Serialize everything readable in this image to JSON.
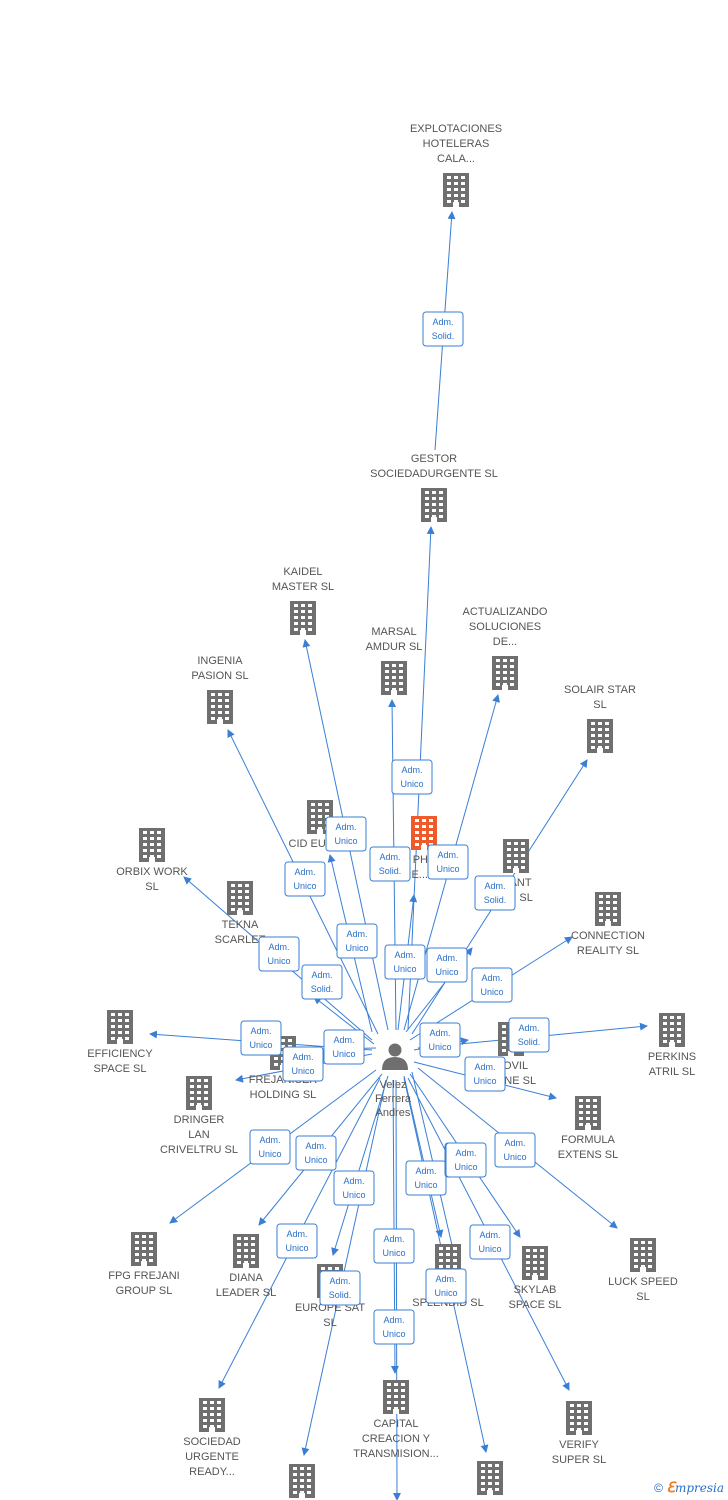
{
  "colors": {
    "edge": "#3a7fd5",
    "company": "#6f6f6f",
    "highlight": "#ef5a2a",
    "person": "#6f6f6f",
    "label": "#555555"
  },
  "person": {
    "name": [
      "Velez",
      "Ferrera",
      "Andres"
    ],
    "icon": "person-icon"
  },
  "companies": [
    {
      "id": "explot",
      "lines": [
        "EXPLOTACIONES",
        "HOTELERAS",
        "CALA..."
      ]
    },
    {
      "id": "gestor",
      "lines": [
        "GESTOR",
        "SOCIEDADURGENTE SL"
      ]
    },
    {
      "id": "kaidel",
      "lines": [
        "KAIDEL",
        "MASTER SL"
      ]
    },
    {
      "id": "marsal",
      "lines": [
        "MARSAL",
        "AMDUR SL"
      ]
    },
    {
      "id": "actual",
      "lines": [
        "ACTUALIZANDO",
        "SOLUCIONES",
        "DE..."
      ]
    },
    {
      "id": "ingenia",
      "lines": [
        "INGENIA",
        "PASION SL"
      ]
    },
    {
      "id": "solair",
      "lines": [
        "SOLAIR STAR",
        "SL"
      ]
    },
    {
      "id": "cid",
      "lines": [
        "CID EURO..."
      ]
    },
    {
      "id": "phv",
      "lines": [
        "PHV",
        "RE... SL"
      ],
      "highlight": true
    },
    {
      "id": "ant",
      "lines": [
        "...ANT",
        "...N SL"
      ]
    },
    {
      "id": "orbix",
      "lines": [
        "ORBIX WORK",
        "SL"
      ]
    },
    {
      "id": "tekna",
      "lines": [
        "TEKNA",
        "SCARLET"
      ]
    },
    {
      "id": "connection",
      "lines": [
        "CONNECTION",
        "REALITY SL"
      ]
    },
    {
      "id": "efficiency",
      "lines": [
        "EFFICIENCY",
        "SPACE SL"
      ]
    },
    {
      "id": "frejaniser",
      "lines": [
        "FREJANISER",
        "HOLDING SL"
      ]
    },
    {
      "id": "ovil",
      "lines": [
        "...OVIL",
        "...LINE SL"
      ]
    },
    {
      "id": "perkins",
      "lines": [
        "PERKINS",
        "ATRIL SL"
      ]
    },
    {
      "id": "dringer",
      "lines": [
        "DRINGER",
        "LAN",
        "CRIVELTRU SL"
      ]
    },
    {
      "id": "formula",
      "lines": [
        "FORMULA",
        "EXTENS SL"
      ]
    },
    {
      "id": "fpg",
      "lines": [
        "FPG FREJANI",
        "GROUP SL"
      ]
    },
    {
      "id": "diana",
      "lines": [
        "DIANA",
        "LEADER SL"
      ]
    },
    {
      "id": "europe",
      "lines": [
        "EUROPE SAT",
        "SL"
      ]
    },
    {
      "id": "implant",
      "lines": [
        "IM...NT",
        "SPLENDID SL"
      ]
    },
    {
      "id": "skylab",
      "lines": [
        "SKYLAB",
        "SPACE SL"
      ]
    },
    {
      "id": "luck",
      "lines": [
        "LUCK SPEED",
        "SL"
      ]
    },
    {
      "id": "sociedad",
      "lines": [
        "SOCIEDAD",
        "URGENTE",
        "READY..."
      ]
    },
    {
      "id": "capital",
      "lines": [
        "CAPITAL",
        "CREACION Y",
        "TRANSMISION..."
      ]
    },
    {
      "id": "verify",
      "lines": [
        "VERIFY",
        "SUPER SL"
      ]
    },
    {
      "id": "bottom1",
      "lines": []
    },
    {
      "id": "bottom2",
      "lines": []
    }
  ],
  "relations": [
    {
      "from": "gestor",
      "to": "explot",
      "lines": [
        "Adm.",
        "Solid."
      ]
    },
    {
      "to": "gestor",
      "lines": [
        "Adm.",
        "Unico"
      ]
    },
    {
      "to": "kaidel",
      "lines": [
        "Adm.",
        "Unico"
      ]
    },
    {
      "to": "marsal",
      "lines": [
        "Adm.",
        "Solid."
      ]
    },
    {
      "to": "actual",
      "lines": [
        "Adm.",
        "Unico"
      ]
    },
    {
      "to": "ingenia",
      "lines": [
        "Adm.",
        "Unico"
      ]
    },
    {
      "to": "solair",
      "lines": [
        "Adm.",
        "Solid."
      ]
    },
    {
      "to": "cid",
      "lines": [
        "Adm.",
        "Unico"
      ]
    },
    {
      "to": "phv",
      "lines": [
        "Adm.",
        "Unico"
      ]
    },
    {
      "to": "ant",
      "lines": [
        "Adm.",
        "Unico"
      ]
    },
    {
      "to": "orbix",
      "lines": [
        "Adm.",
        "Unico"
      ]
    },
    {
      "to": "tekna",
      "lines": [
        "Adm.",
        "Solid."
      ]
    },
    {
      "to": "connection",
      "lines": [
        "Adm.",
        "Unico"
      ]
    },
    {
      "to": "efficiency",
      "lines": [
        "Adm.",
        "Unico"
      ]
    },
    {
      "to": "frejaniser",
      "lines": [
        "Adm.",
        "Unico"
      ]
    },
    {
      "to": "frejaniser",
      "lines": [
        "Adm.",
        "Unico"
      ]
    },
    {
      "to": "ovil",
      "lines": [
        "Adm.",
        "Unico"
      ]
    },
    {
      "to": "perkins",
      "lines": [
        "Adm.",
        "Solid."
      ]
    },
    {
      "to": "formula",
      "lines": [
        "Adm.",
        "Unico"
      ]
    },
    {
      "to": "fpg",
      "lines": [
        "Adm.",
        "Unico"
      ]
    },
    {
      "to": "diana",
      "lines": [
        "Adm.",
        "Unico"
      ]
    },
    {
      "to": "europe",
      "lines": [
        "Adm.",
        "Unico"
      ]
    },
    {
      "to": "implant",
      "lines": [
        "Adm.",
        "Unico"
      ]
    },
    {
      "to": "skylab",
      "lines": [
        "Adm.",
        "Unico"
      ]
    },
    {
      "to": "luck",
      "lines": [
        "Adm.",
        "Unico"
      ]
    },
    {
      "to": "sociedad",
      "lines": [
        "Adm.",
        "Unico"
      ]
    },
    {
      "to": "bottom1",
      "lines": [
        "Adm.",
        "Solid."
      ]
    },
    {
      "to": "capital",
      "lines": [
        "Adm.",
        "Unico"
      ]
    },
    {
      "to": "capital",
      "lines": [
        "Adm.",
        "Unico"
      ]
    },
    {
      "to": "verify",
      "lines": [
        "Adm.",
        "Unico"
      ]
    },
    {
      "to": "bottom2",
      "lines": [
        "Adm.",
        "Unico"
      ]
    },
    {
      "to": "implant",
      "lines": [
        "Adm.",
        "Unico"
      ]
    }
  ],
  "footer": {
    "copyright": "©",
    "brand_e": "ℇ",
    "brand_rest": "mpresia"
  }
}
